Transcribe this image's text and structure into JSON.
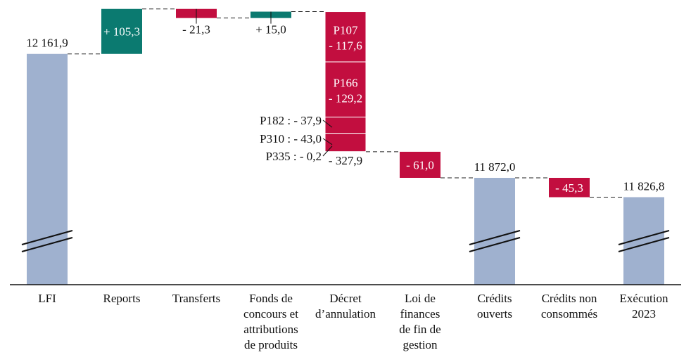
{
  "chart_data": {
    "type": "waterfall",
    "title": "",
    "ylim": [
      11622,
      12280
    ],
    "axis_break": true,
    "colors": {
      "total": "#9fb1cf",
      "increase": "#0b7a70",
      "decrease": "#c20e3f"
    },
    "categories": [
      {
        "label": [
          "LFI"
        ],
        "kind": "total",
        "value": 12161.9,
        "value_label": "12 161,9"
      },
      {
        "label": [
          "Reports"
        ],
        "kind": "increase",
        "value": 105.3,
        "value_label": "+ 105,3"
      },
      {
        "label": [
          "Transferts"
        ],
        "kind": "decrease",
        "value": -21.3,
        "value_label": "- 21,3"
      },
      {
        "label": [
          "Fonds de",
          "concours et",
          "attributions",
          "de produits"
        ],
        "kind": "increase",
        "value": 15.0,
        "value_label": "+ 15,0"
      },
      {
        "label": [
          "Décret",
          "d’annulation"
        ],
        "kind": "decrease",
        "value": -327.9,
        "value_label": "- 327,9",
        "segments": [
          {
            "name": "P107",
            "value": -117.6,
            "value_label": "- 117,6",
            "label": "P107"
          },
          {
            "name": "P166",
            "value": -129.2,
            "value_label": "- 129,2",
            "label": "P166"
          },
          {
            "name": "P182",
            "value": -37.9,
            "label": "P182 : - 37,9"
          },
          {
            "name": "P310",
            "value": -43.0,
            "label": "P310 : - 43,0"
          },
          {
            "name": "P335",
            "value": -0.2,
            "label": "P335 : - 0,2"
          }
        ]
      },
      {
        "label": [
          "Loi de",
          "finances",
          "de fin de",
          "gestion"
        ],
        "kind": "decrease",
        "value": -61.0,
        "value_label": "- 61,0"
      },
      {
        "label": [
          "Crédits",
          "ouverts"
        ],
        "kind": "total",
        "value": 11872.0,
        "value_label": "11 872,0"
      },
      {
        "label": [
          "Crédits non",
          "consommés"
        ],
        "kind": "decrease",
        "value": -45.3,
        "value_label": "- 45,3"
      },
      {
        "label": [
          "Exécution",
          "2023"
        ],
        "kind": "total",
        "value": 11826.8,
        "value_label": "11 826,8"
      }
    ]
  }
}
